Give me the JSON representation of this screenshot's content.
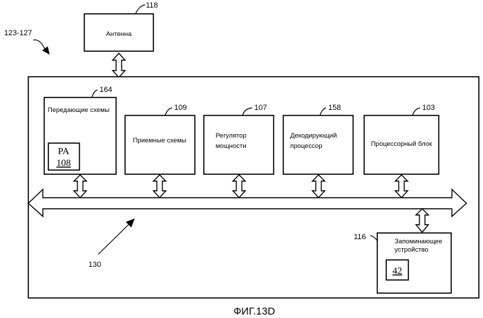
{
  "figure": {
    "caption": "ФИГ.13D",
    "device_ref": "123-127",
    "bus_ref": "130"
  },
  "blocks": {
    "antenna": {
      "label": "Антенна",
      "ref": "118"
    },
    "tx": {
      "label": "Передающие схемы",
      "ref": "164",
      "pa_label": "PA",
      "pa_ref": "108"
    },
    "rx": {
      "label": "Приемные схемы",
      "ref": "109"
    },
    "power": {
      "line1": "Регулятор",
      "line2": "мощности",
      "ref": "107"
    },
    "decoder": {
      "line1": "Декодирующий",
      "line2": "процессор",
      "ref": "158"
    },
    "cpu": {
      "label": "Процессорный блок",
      "ref": "103"
    },
    "memory": {
      "line1": "Запоминающее",
      "line2": "устройство",
      "ref": "116",
      "inner_ref": "42"
    }
  }
}
